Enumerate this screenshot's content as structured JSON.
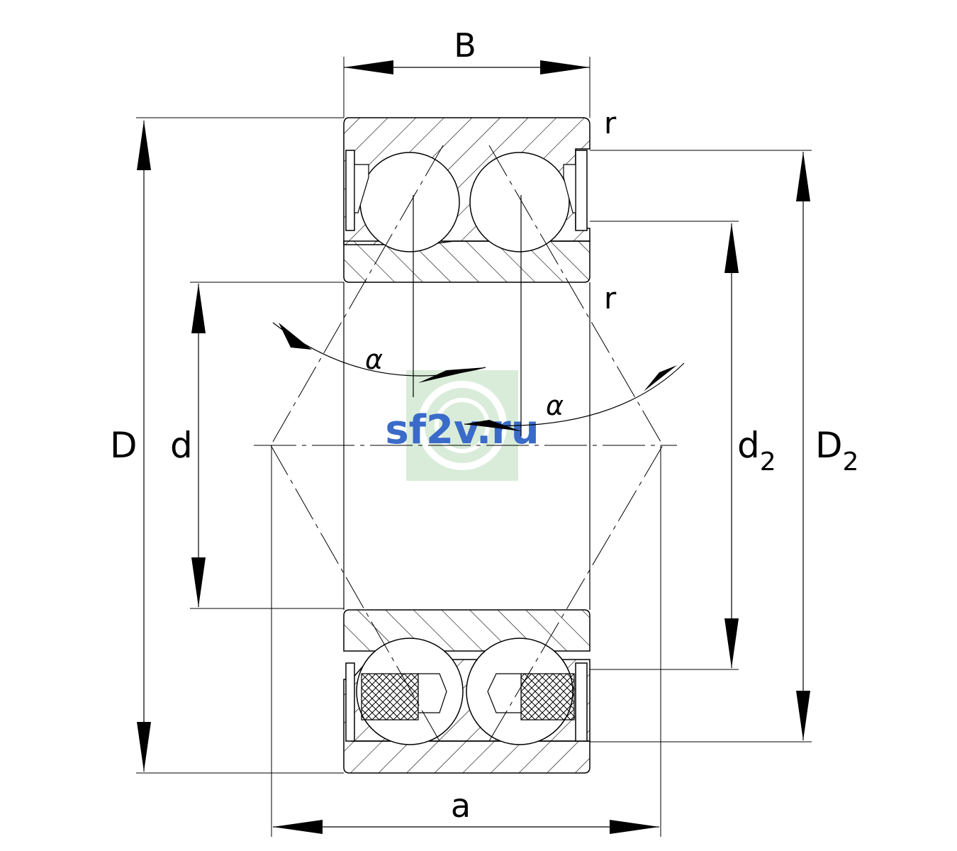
{
  "labels": {
    "B": "B",
    "r_top": "r",
    "r_inner": "r",
    "alpha_left": "α",
    "alpha_right": "α",
    "D": "D",
    "d": "d",
    "d2_base": "d",
    "d2_sub": "2",
    "D2_base": "D",
    "D2_sub": "2",
    "a": "a"
  },
  "watermark": {
    "text": "sf2v.ru",
    "text_color": "#3a6bc9",
    "bg_color": "#d9ecd9"
  },
  "colors": {
    "line": "#000000",
    "background": "#ffffff"
  }
}
